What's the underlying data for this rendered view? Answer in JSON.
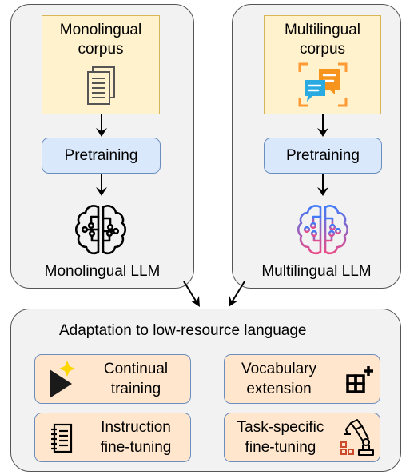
{
  "monolingual": {
    "corpus_label": "Monolingual\ncorpus",
    "pretraining_label": "Pretraining",
    "llm_label": "Monolingual LLM"
  },
  "multilingual": {
    "corpus_label": "Multilingual\ncorpus",
    "pretraining_label": "Pretraining",
    "llm_label": "Multilingual LLM"
  },
  "adaptation": {
    "title": "Adaptation to low-resource language",
    "tasks": [
      {
        "label": "Continual\ntraining",
        "icon": "play-sparkle-icon"
      },
      {
        "label": "Vocabulary\nextension",
        "icon": "grid-plus-icon"
      },
      {
        "label": "Instruction\nfine-tuning",
        "icon": "notebook-icon"
      },
      {
        "label": "Task-specific\nfine-tuning",
        "icon": "robot-arm-icon"
      }
    ]
  },
  "colors": {
    "panel_fill": "#f2f2f2",
    "corpus_fill": "#fff2cc",
    "corpus_border": "#d6b656",
    "pretraining_fill": "#dae8fc",
    "pretraining_border": "#6c8ebf",
    "task_fill": "#ffe6cc",
    "brain_gradient_start": "#3d7bfa",
    "brain_gradient_end": "#ea4c89"
  }
}
